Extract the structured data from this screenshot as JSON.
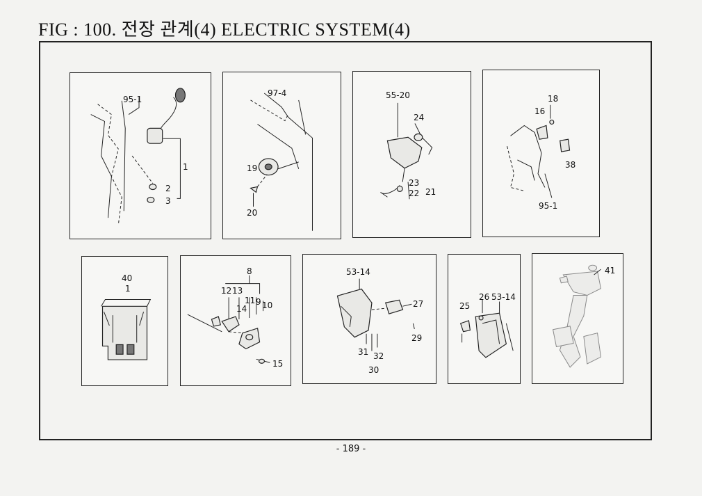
{
  "header": {
    "title": "FIG : 100. 전장 관계(4) ELECTRIC SYSTEM(4)"
  },
  "footer": {
    "page_number": "- 189 -"
  },
  "panels": [
    {
      "labels": [
        "95-1",
        "1",
        "2",
        "3"
      ]
    },
    {
      "labels": [
        "97-4",
        "19",
        "20"
      ]
    },
    {
      "labels": [
        "55-20",
        "24",
        "23",
        "22",
        "21"
      ]
    },
    {
      "labels": [
        "18",
        "16",
        "38",
        "95-1"
      ]
    },
    {
      "labels": [
        "40",
        "1"
      ]
    },
    {
      "labels": [
        "8",
        "12",
        "13",
        "11",
        "9",
        "10",
        "14",
        "15"
      ]
    },
    {
      "labels": [
        "53-14",
        "27",
        "29",
        "31",
        "32",
        "30"
      ]
    },
    {
      "labels": [
        "26",
        "53-14",
        "25"
      ]
    },
    {
      "labels": [
        "41"
      ]
    }
  ]
}
